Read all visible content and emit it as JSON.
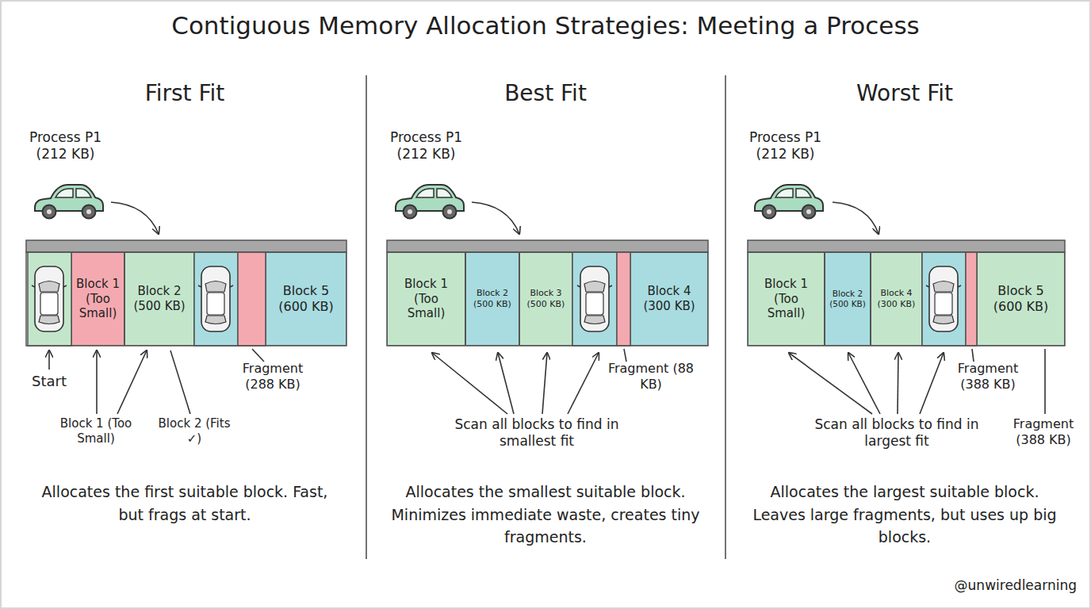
{
  "diagram": {
    "title": "Contiguous Memory Allocation Strategies: Meeting a Process",
    "nodes": [
      {
        "text": [
          "Block 1 (Too Small)"
        ]
      },
      {
        "text": [
          "Block 2 (500 KB)"
        ]
      },
      {
        "text": [
          "Block 5 (600 KB)"
        ]
      },
      {
        "text": [
          "Block 1 (Too Small)"
        ]
      },
      {
        "text": [
          "Block 2 (500 KB)"
        ]
      },
      {
        "text": [
          "Block 3 (500 KB)"
        ]
      },
      {
        "text": [
          "Block 4 (300 KB)"
        ]
      },
      {
        "text": [
          "Block 1 (Too Small)"
        ]
      },
      {
        "text": [
          "Block 2 (500 KB)"
        ]
      },
      {
        "text": [
          "Block 4 (300 KB)"
        ]
      },
      {
        "text": [
          "Block 5 (600 KB)"
        ]
      }
    ],
    "labels": [
      "First Fit",
      "Process P1 (212 KB)",
      "Start",
      "Block 1 (Too Small)",
      "Block 2 (Fits ✓)",
      "Fragment (288 KB)",
      "Allocates the first suitable block. Fast, but frags at start.",
      "Best Fit",
      "Process P1 (212 KB)",
      "Fragment (88 KB)",
      "Scan all blocks to find in smallest fit",
      "Allocates the smallest suitable block. Minimizes immediate waste, creates tiny fragments.",
      "Worst Fit",
      "Process P1 (212 KB)",
      "Fragment (388 KB)",
      "Scan all blocks to find in largest fit",
      "Fragment (388 KB)",
      "Allocates the largest suitable block. Leaves large fragments, but uses up big blocks.",
      "@unwiredlearning"
    ]
  }
}
